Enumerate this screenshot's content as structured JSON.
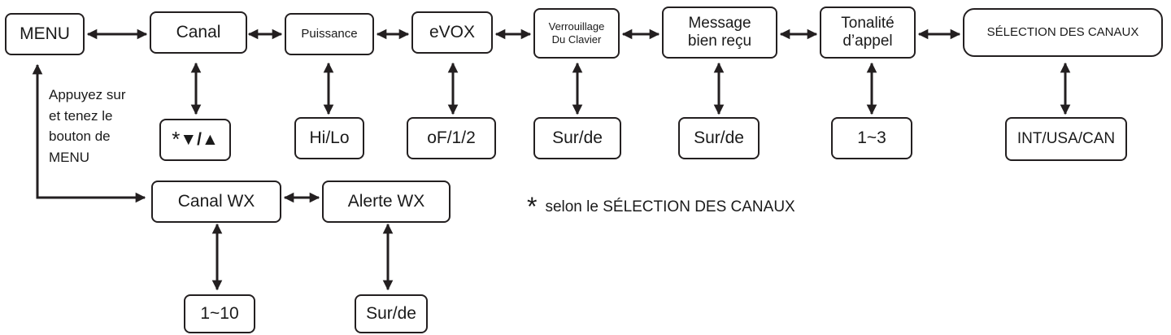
{
  "menu": {
    "label": "MENU"
  },
  "main_row": [
    {
      "key": "canal",
      "lines": [
        "Canal"
      ]
    },
    {
      "key": "puissance",
      "lines": [
        "Puissance"
      ]
    },
    {
      "key": "evox",
      "lines": [
        "eVOX"
      ]
    },
    {
      "key": "verrouillage",
      "lines": [
        "Verrouillage",
        "Du Clavier"
      ]
    },
    {
      "key": "message",
      "lines": [
        "Message",
        "bien reçu"
      ]
    },
    {
      "key": "tonalite",
      "lines": [
        "Tonalité",
        "d’appel"
      ]
    },
    {
      "key": "selection",
      "lines": [
        "SÉLECTION DES CANAUX"
      ]
    }
  ],
  "values": {
    "canal": {
      "prefix": "*",
      "text": "▼/▲"
    },
    "puissance": "Hi/Lo",
    "evox": "oF/1/2",
    "verrouillage": "Sur/de",
    "message": "Sur/de",
    "tonalite": "1~3",
    "selection": "INT/USA/CAN"
  },
  "hold_note": [
    "Appuyez sur",
    "et tenez le",
    "bouton de",
    "MENU"
  ],
  "wx_row": {
    "canal_wx": "Canal WX",
    "alerte_wx": "Alerte WX",
    "canal_wx_value": "1~10",
    "alerte_wx_value": "Sur/de"
  },
  "footnote": {
    "symbol": "*",
    "text": "selon le SÉLECTION DES CANAUX"
  }
}
